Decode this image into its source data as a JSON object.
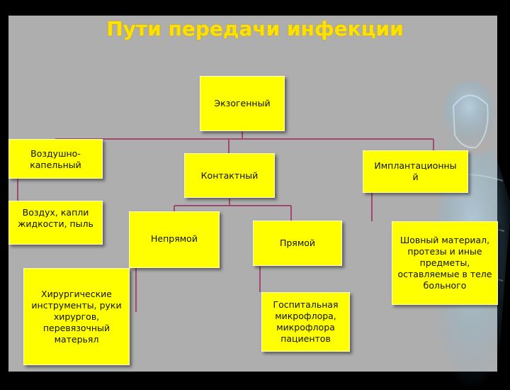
{
  "title": "Пути передачи инфекции",
  "nodes": {
    "exogenous": "Экзогенный",
    "airborne": "Воздушно-\nкапельный",
    "contact": "Контактный",
    "implant": "Имплантационны\nй",
    "air_drops": "Воздух, капли\nжидкости, пыль",
    "indirect": "Непрямой",
    "direct": "Прямой",
    "suture": "Шовный материал,\nпротезы и иные\nпредметы,\nоставляемые в теле\nбольного",
    "instruments": "Хирургические\nинструменты, руки\nхирургов,\nперевязочный\nматерьял",
    "flora": "Госпитальная\nмикрофлора,\nмикрофлора\nпациентов"
  },
  "colors": {
    "box_fill": "#ffff00",
    "connector": "#a0496e",
    "title": "#ffe100",
    "panel": "#aeaeae"
  }
}
